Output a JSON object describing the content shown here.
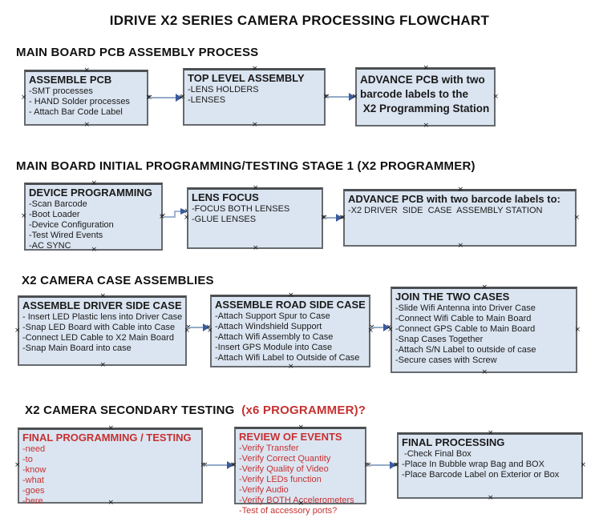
{
  "page": {
    "title": "IDRIVE X2  SERIES CAMERA PROCESSING FLOWCHART"
  },
  "colors": {
    "box_fill": "#dbe5f1",
    "box_border": "#5a5e62",
    "arrow_line": "#93abc9",
    "arrow_head": "#3a5a9e",
    "red_text": "#c63131",
    "black_text": "#1a1a1a",
    "background": "#ffffff"
  },
  "ui": {
    "anchor_handle_icon": "×"
  },
  "sections": [
    {
      "heading": "MAIN BOARD PCB ASSEMBLY PROCESS",
      "boxes": [
        {
          "title": "ASSEMBLE PCB",
          "items": [
            "-SMT processes",
            "- HAND Solder processes",
            "- Attach Bar Code Label"
          ]
        },
        {
          "title": "TOP LEVEL ASSEMBLY",
          "items": [
            "-LENS HOLDERS",
            "-LENSES"
          ]
        },
        {
          "lines": [
            "ADVANCE PCB with two",
            "barcode labels to the",
            " X2 Programming Station"
          ]
        }
      ]
    },
    {
      "heading": "MAIN BOARD INITIAL PROGRAMMING/TESTING STAGE 1 (X2 PROGRAMMER)",
      "boxes": [
        {
          "title": "DEVICE PROGRAMMING",
          "items": [
            "-Scan Barcode",
            "-Boot Loader",
            "-Device Configuration",
            "-Test Wired Events",
            "-AC SYNC"
          ]
        },
        {
          "title": "LENS FOCUS",
          "items": [
            "-FOCUS BOTH LENSES",
            "-GLUE LENSES"
          ]
        },
        {
          "title": "ADVANCE PCB with two barcode labels to:",
          "items": [
            "-X2 DRIVER  SIDE  CASE  ASSEMBLY STATION"
          ]
        }
      ]
    },
    {
      "heading": "X2 CAMERA CASE ASSEMBLIES",
      "boxes": [
        {
          "title": "ASSEMBLE DRIVER SIDE CASE",
          "items": [
            "- Insert LED Plastic lens into Driver Case",
            "-Snap LED Board with Cable into Case",
            "-Connect LED Cable to X2 Main Board",
            "-Snap Main Board into case"
          ]
        },
        {
          "title": "ASSEMBLE ROAD SIDE CASE",
          "items": [
            "-Attach Support Spur to Case",
            "-Attach Windshield Support",
            "-Attach Wifi Assembly to Case",
            "-Insert GPS Module into Case",
            "-Attach Wifi Label to Outside of Case"
          ]
        },
        {
          "title": "JOIN THE TWO CASES",
          "items": [
            "-Slide Wifi Antenna into Driver Case",
            "-Connect Wifi Cable to Main Board",
            "-Connect GPS Cable to Main Board",
            "-Snap Cases Together",
            "-Attach S/N Label to outside of case",
            "-Secure cases with Screw"
          ]
        }
      ]
    },
    {
      "heading": "X2 CAMERA SECONDARY TESTING ",
      "heading_suffix": " (x6 PROGRAMMER)?",
      "boxes": [
        {
          "title": "FINAL PROGRAMMING / TESTING",
          "items": [
            "-need",
            "-to",
            "-know",
            "-what",
            "-goes",
            "-here"
          ]
        },
        {
          "title": "REVIEW OF EVENTS",
          "items": [
            "-Verify Transfer",
            "-Verify Correct Quantity",
            "-Verify Quality of Video",
            "-Verify LEDs function",
            "-Verify Audio",
            "-Verify BOTH Accelerometers",
            "-Test of accessory ports?"
          ]
        },
        {
          "title": "FINAL PROCESSING",
          "items": [
            " -Check Final Box",
            "-Place In Bubble wrap Bag and BOX",
            "-Place Barcode Label on Exterior or Box"
          ]
        }
      ]
    }
  ]
}
